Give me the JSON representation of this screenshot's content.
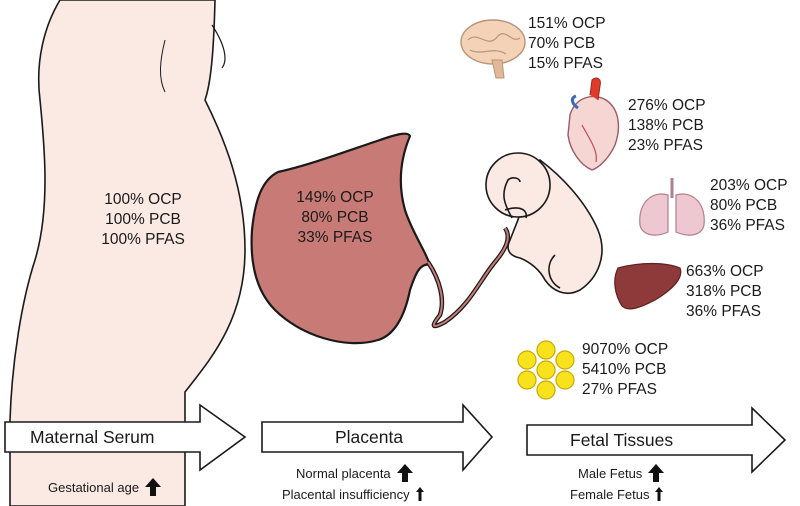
{
  "maternal": {
    "lines": [
      "100% OCP",
      "100% PCB",
      "100% PFAS"
    ],
    "arrow_label": "Maternal Serum",
    "factor": "Gestational age"
  },
  "placenta": {
    "lines": [
      "149% OCP",
      "80% PCB",
      "33% PFAS"
    ],
    "arrow_label": "Placenta",
    "factors": [
      "Normal placenta",
      "Placental insufficiency"
    ]
  },
  "fetal": {
    "arrow_label": "Fetal Tissues",
    "factors": [
      "Male Fetus",
      "Female Fetus"
    ],
    "organs": [
      {
        "name": "brain",
        "lines": [
          "151% OCP",
          "70% PCB",
          "15% PFAS"
        ]
      },
      {
        "name": "heart",
        "lines": [
          "276% OCP",
          "138% PCB",
          "23% PFAS"
        ]
      },
      {
        "name": "lung",
        "lines": [
          "203% OCP",
          "80% PCB",
          "36% PFAS"
        ]
      },
      {
        "name": "liver",
        "lines": [
          "663% OCP",
          "318% PCB",
          "36% PFAS"
        ]
      },
      {
        "name": "adipose",
        "lines": [
          "9070% OCP",
          "5410% PCB",
          "27% PFAS"
        ]
      }
    ]
  },
  "colors": {
    "skin": "#fbe9e4",
    "placenta": "#c87b76",
    "outline": "#1a1a1a",
    "fat": "#f7e21b",
    "liver": "#8e3a3a",
    "lung": "#efc7d0",
    "brain": "#f3d2b8"
  }
}
